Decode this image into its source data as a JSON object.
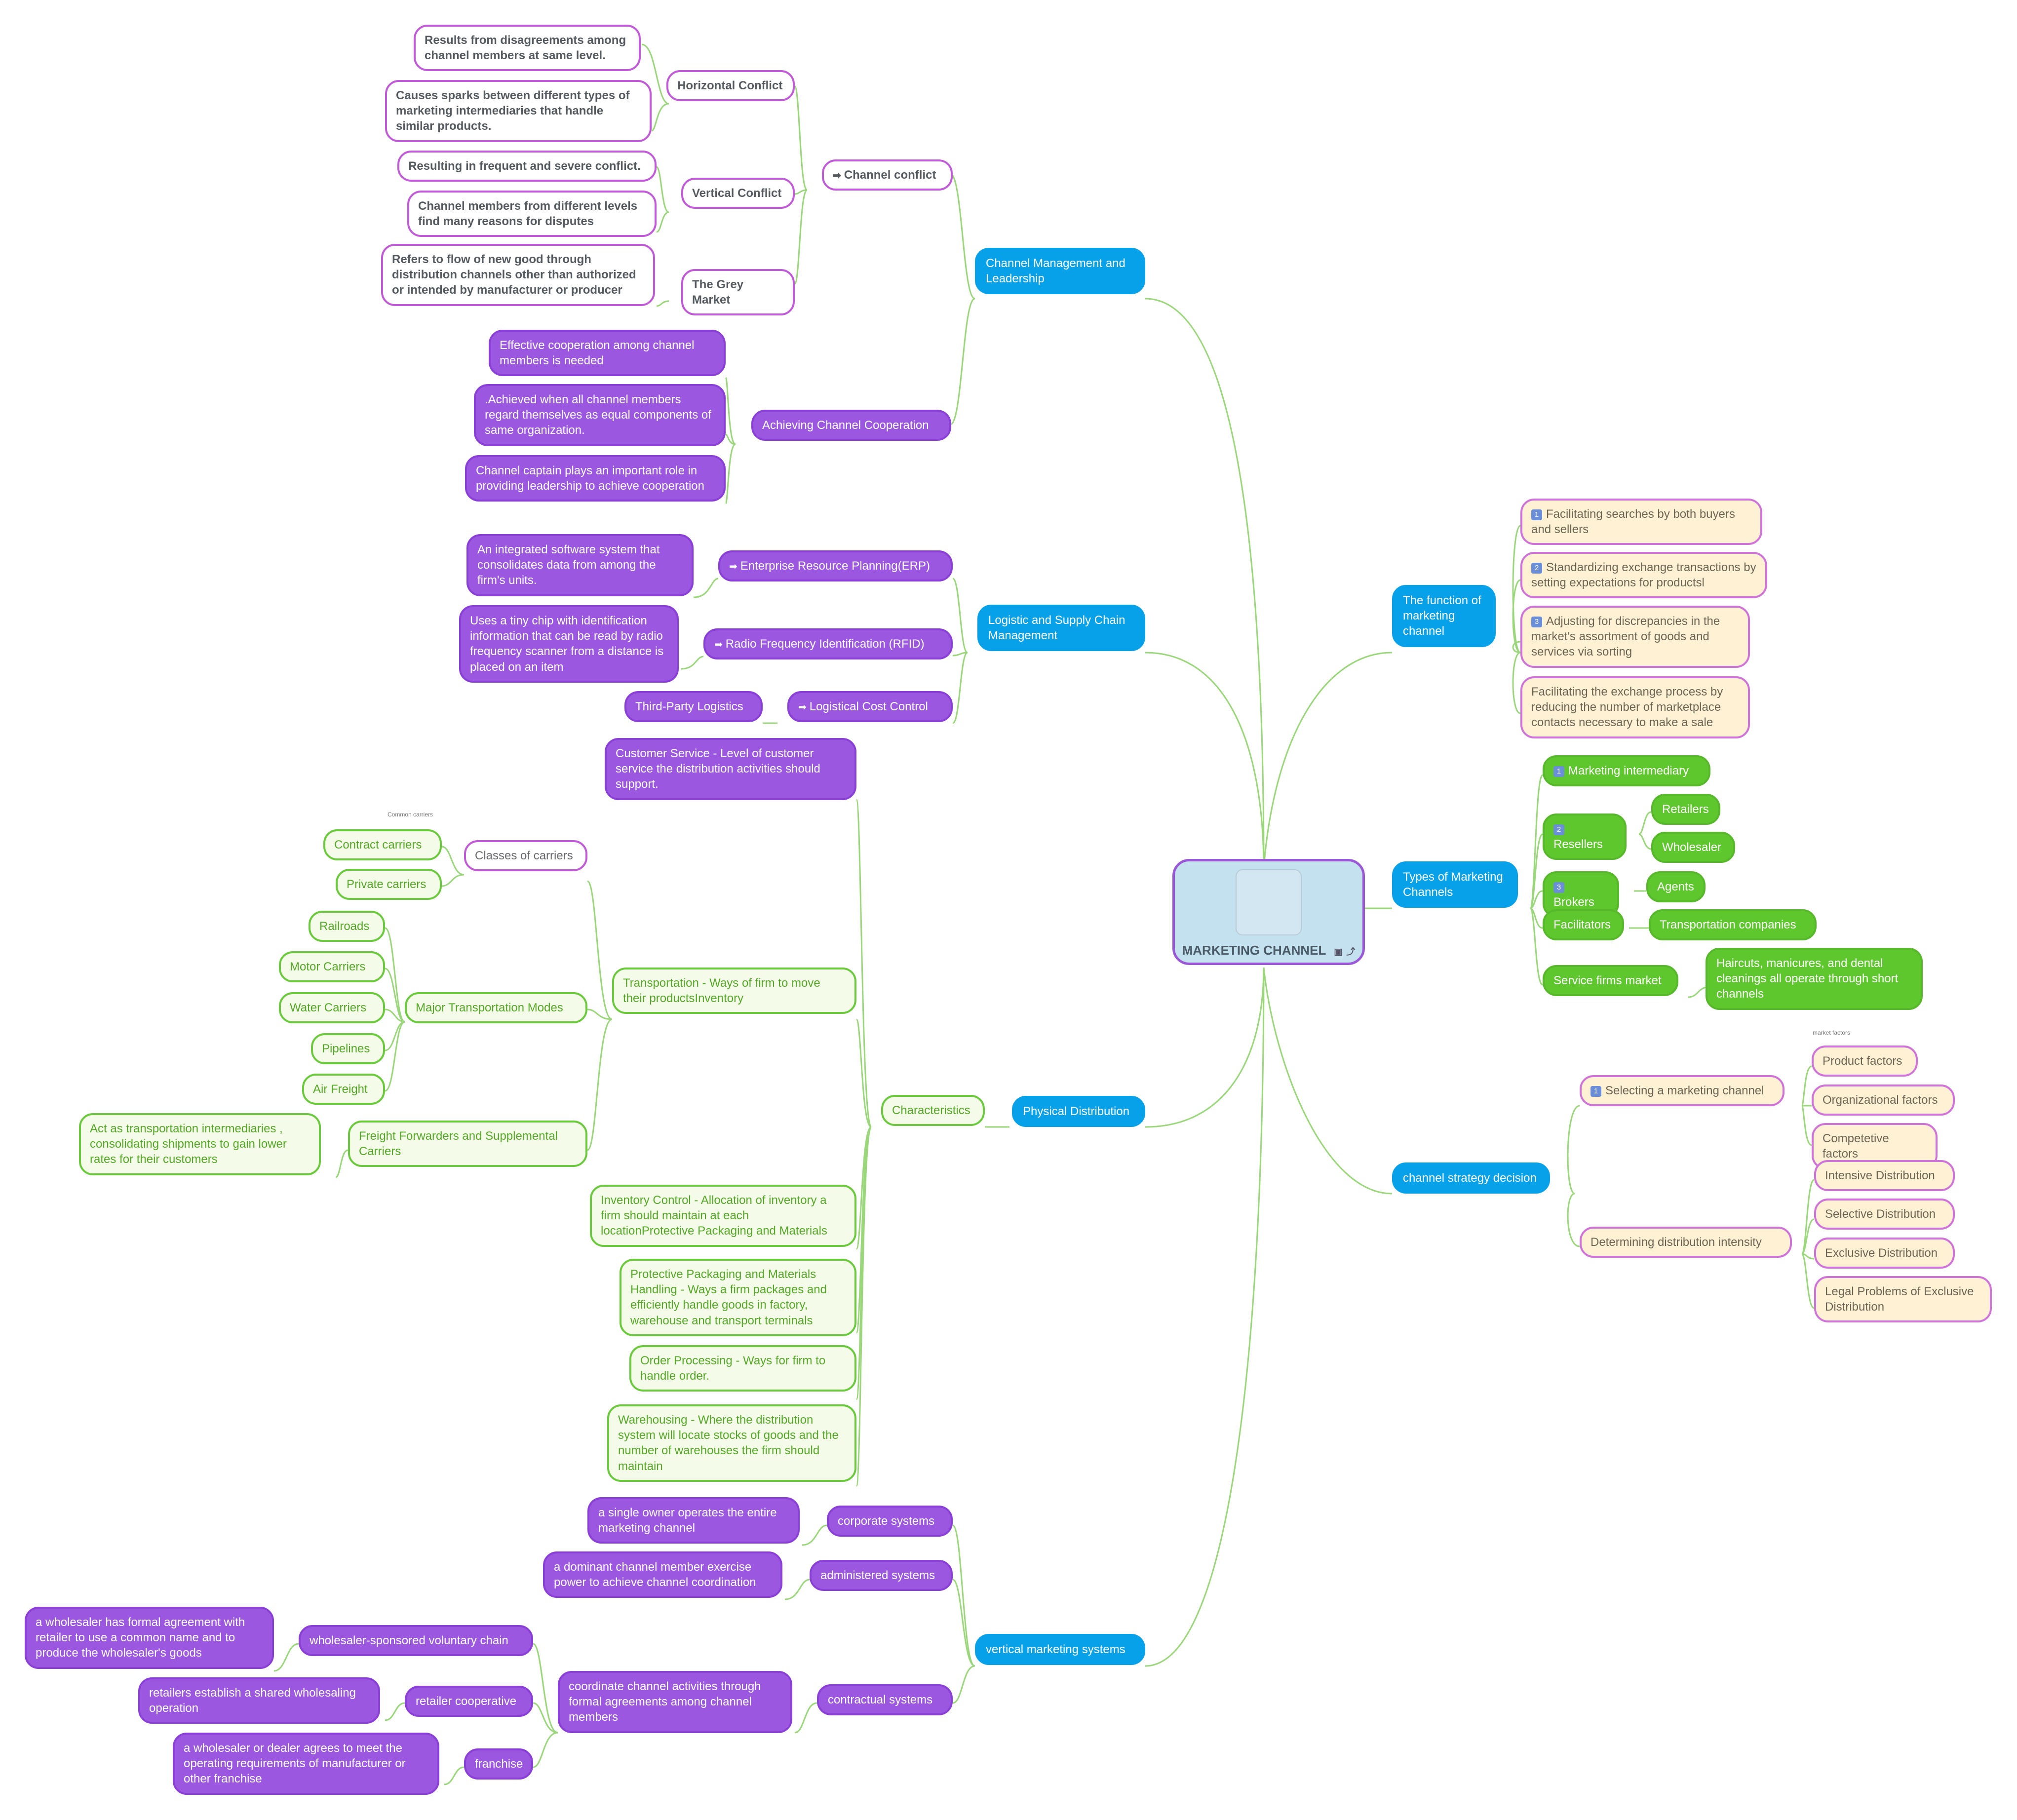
{
  "root": {
    "title": "MARKETING CHANNEL",
    "icons": [
      "image-icon",
      "link-icon"
    ]
  },
  "colors": {
    "blue": "#07a1ea",
    "purple": "#9b57df",
    "green": "#5fc72e",
    "yellow": "#fff1d4",
    "link": "#9ad67a"
  },
  "nodes": {
    "cml": "Channel Management and Leadership",
    "cc": "Channel conflict",
    "hc": "Horizontal Conflict",
    "hc1": "Results from disagreements among channel members at same level.",
    "hc2": "Causes sparks between different types of marketing intermediaries that handle similar products.",
    "vc": "Vertical Conflict",
    "vc1": "Resulting in frequent and severe conflict.",
    "vc2": "Channel members from different levels find many reasons for disputes",
    "gm": "The Grey Market",
    "gm1": "Refers to flow of new good through distribution channels other than authorized or intended by manufacturer or producer",
    "acc": "Achieving Channel Cooperation",
    "acc1": "Effective cooperation among channel members is needed",
    "acc2": ".Achieved when all channel members regard themselves as equal components of same organization.",
    "acc3": "Channel captain plays an important role in providing leadership to achieve cooperation",
    "lscm": "Logistic and Supply Chain Management",
    "erp": "Enterprise Resource Planning(ERP)",
    "erp1": "An integrated software system that consolidates data from among the firm's units.",
    "rfid": "Radio Frequency Identification (RFID)",
    "rfid1": "Uses a tiny chip with identification information that can be read by radio frequency scanner from a distance is placed on an item",
    "lcc": "Logistical Cost Control",
    "tpl": "Third-Party Logistics",
    "pd": "Physical Distribution",
    "ch": "Characteristics",
    "cs": "Customer Service - Level of customer service the distribution activities should support.",
    "tr": "Transportation - Ways of firm to move their productsInventory",
    "coc": "Classes of carriers",
    "coc_note": "Common carriers",
    "coc1": "Contract carriers",
    "coc2": "Private carriers",
    "mtm": "Major Transportation Modes",
    "mtm1": "Railroads",
    "mtm2": "Motor Carriers",
    "mtm3": "Water Carriers",
    "mtm4": "Pipelines",
    "mtm5": "Air Freight",
    "ff": "Freight Forwarders and Supplemental Carriers",
    "ff1": "Act as transportation intermediaries , consolidating shipments to gain lower rates for their customers",
    "ic": "Inventory Control - Allocation of inventory a firm should maintain at each locationProtective Packaging and Materials",
    "pp": "Protective Packaging and Materials Handling - Ways a firm packages and efficiently handle goods in factory, warehouse and transport terminals",
    "op": "Order Processing - Ways for firm to handle order.",
    "wh": "Warehousing - Where the distribution system will locate stocks of goods and the number of warehouses the firm should maintain",
    "vms": "vertical marketing systems",
    "corp": "corporate systems",
    "corp1": "a single owner operates the entire marketing channel",
    "adm": "administered systems",
    "adm1": "a dominant channel member exercise power to achieve channel coordination",
    "con": "contractual systems",
    "con1": "coordinate channel activities through formal agreements among channel members",
    "wsv": "wholesaler-sponsored voluntary chain",
    "wsv1": "a wholesaler has formal agreement with retailer to use a common name and to produce the wholesaler's goods",
    "rc": "retailer cooperative",
    "rc1": "retailers establish a shared wholesaling operation",
    "fr": "franchise",
    "fr1": "a wholesaler or dealer agrees to meet the operating requirements of manufacturer or other franchise",
    "fmc": "The function of marketing channel",
    "fmc1": "Facilitating searches by both buyers and sellers",
    "fmc2": "Standardizing exchange transactions by setting expectations for productsl",
    "fmc3": "Adjusting for discrepancies in the market's assortment of goods and services via sorting",
    "fmc4": "Facilitating the exchange process by reducing the number of marketplace contacts necessary to make a sale",
    "tmc": "Types of Marketing Channels",
    "mi": "Marketing intermediary",
    "res": "Resellers",
    "ret": "Retailers",
    "whs": "Wholesaler",
    "bro": "Brokers",
    "age": "Agents",
    "fac": "Facilitators",
    "tc": "Transportation companies",
    "sfm": "Service firms market",
    "sfm1": "Haircuts, manicures, and dental cleanings all operate through short channels",
    "csd": "channel strategy decision",
    "smc": "Selecting a marketing channel",
    "mf_note": "market factors",
    "pf": "Product factors",
    "of": "Organizational factors",
    "cf": "Competetive factors",
    "ddi": "Determining distribution intensity",
    "id": "Intensive Distribution",
    "sd": "Selective Distribution",
    "ed": "Exclusive Distribution",
    "lp": "Legal Problems of Exclusive Distribution"
  },
  "badges": {
    "b1": "1",
    "b2": "2",
    "b3": "3"
  }
}
